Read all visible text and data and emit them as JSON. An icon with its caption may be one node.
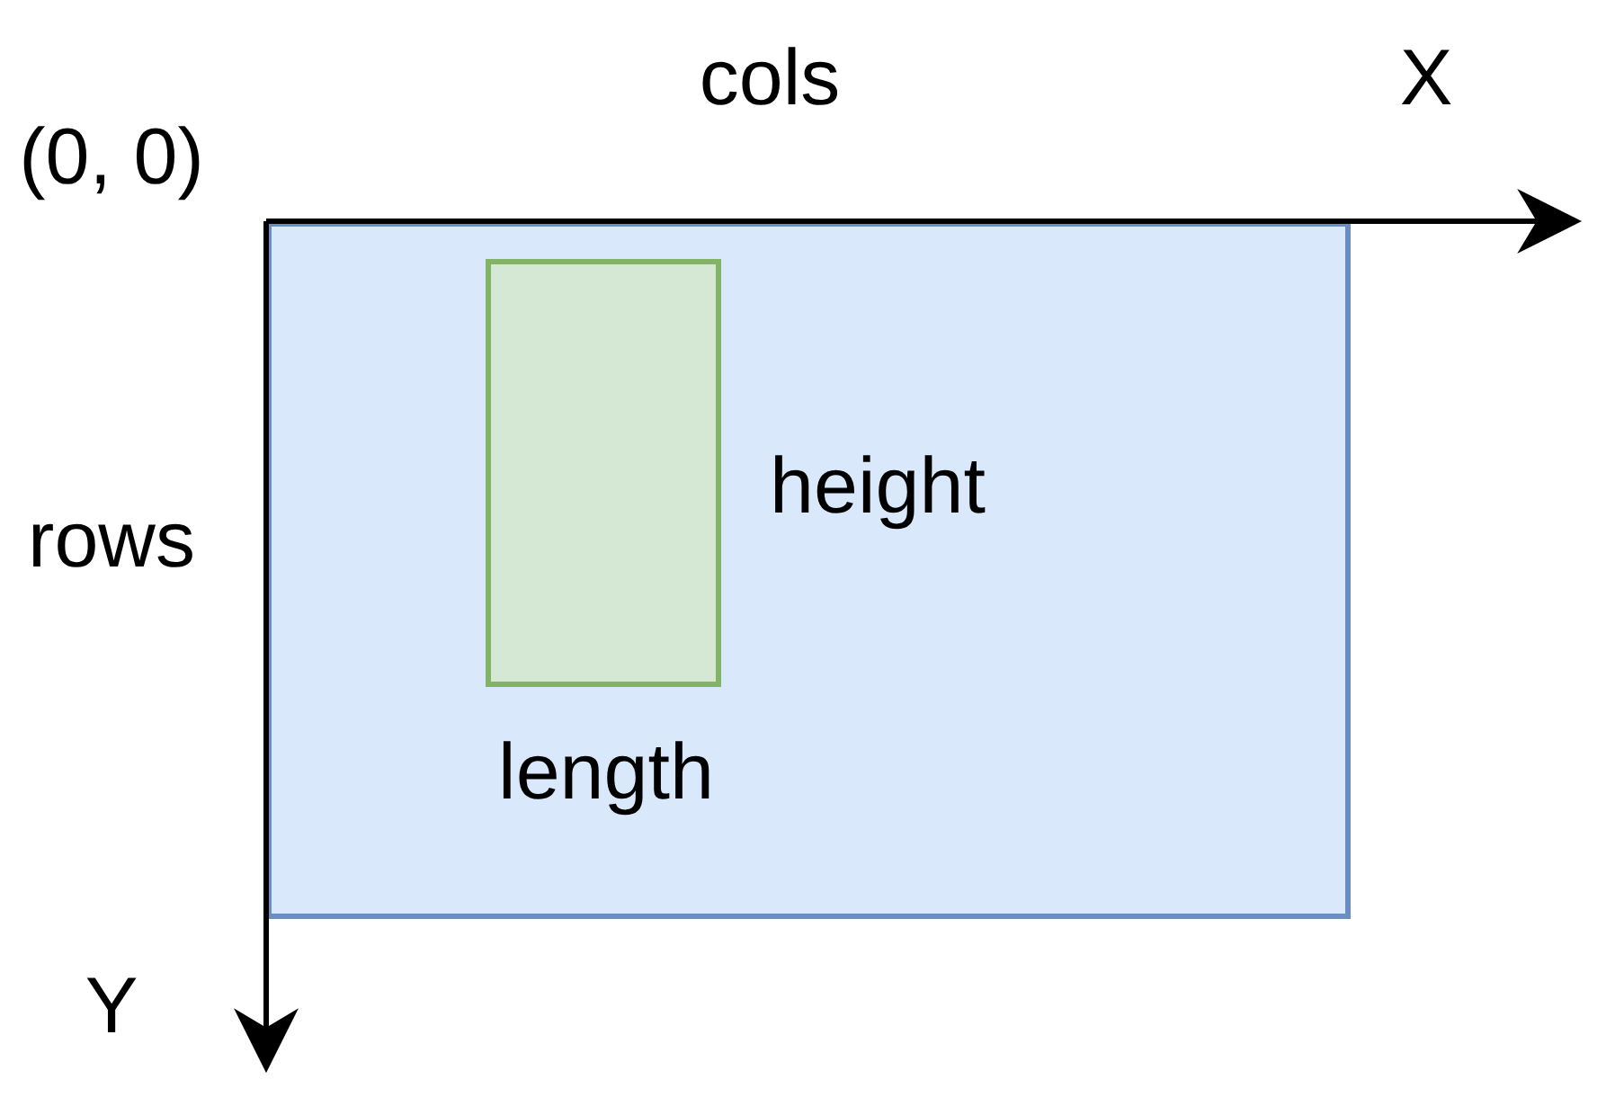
{
  "diagram": {
    "nodes": [
      {
        "text": [],
        "shape": "box",
        "beside": [
          "cols",
          "rows"
        ]
      },
      {
        "text": [],
        "shape": "box",
        "in": 0,
        "beside": [
          "height",
          "length"
        ]
      }
    ],
    "labels": [
      "(0, 0)",
      "X",
      "Y"
    ]
  }
}
